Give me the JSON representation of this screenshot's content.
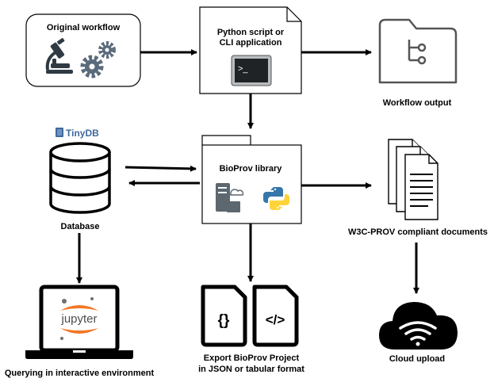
{
  "nodes": {
    "original_workflow": "Original workflow",
    "python_script": [
      "Python script or",
      "CLI application"
    ],
    "workflow_output": "Workflow output",
    "tinydb": "TinyDB",
    "bioprov_library": "BioProv library",
    "database": "Database",
    "w3c_prov": "W3C-PROV compliant documents",
    "jupyter": "jupyter",
    "querying": "Querying in interactive environment",
    "export": [
      "Export BioProv Project",
      "in JSON or tabular format"
    ],
    "cloud_upload": "Cloud upload",
    "terminal_prompt": ">_",
    "json_glyph": "{}",
    "code_glyph": "</>"
  },
  "colors": {
    "gear": "#5a6b7c",
    "python_blue": "#3776ab",
    "python_yellow": "#ffd43b",
    "jupyter_orange": "#f37726",
    "tinydb_blue": "#3f6a9c"
  }
}
